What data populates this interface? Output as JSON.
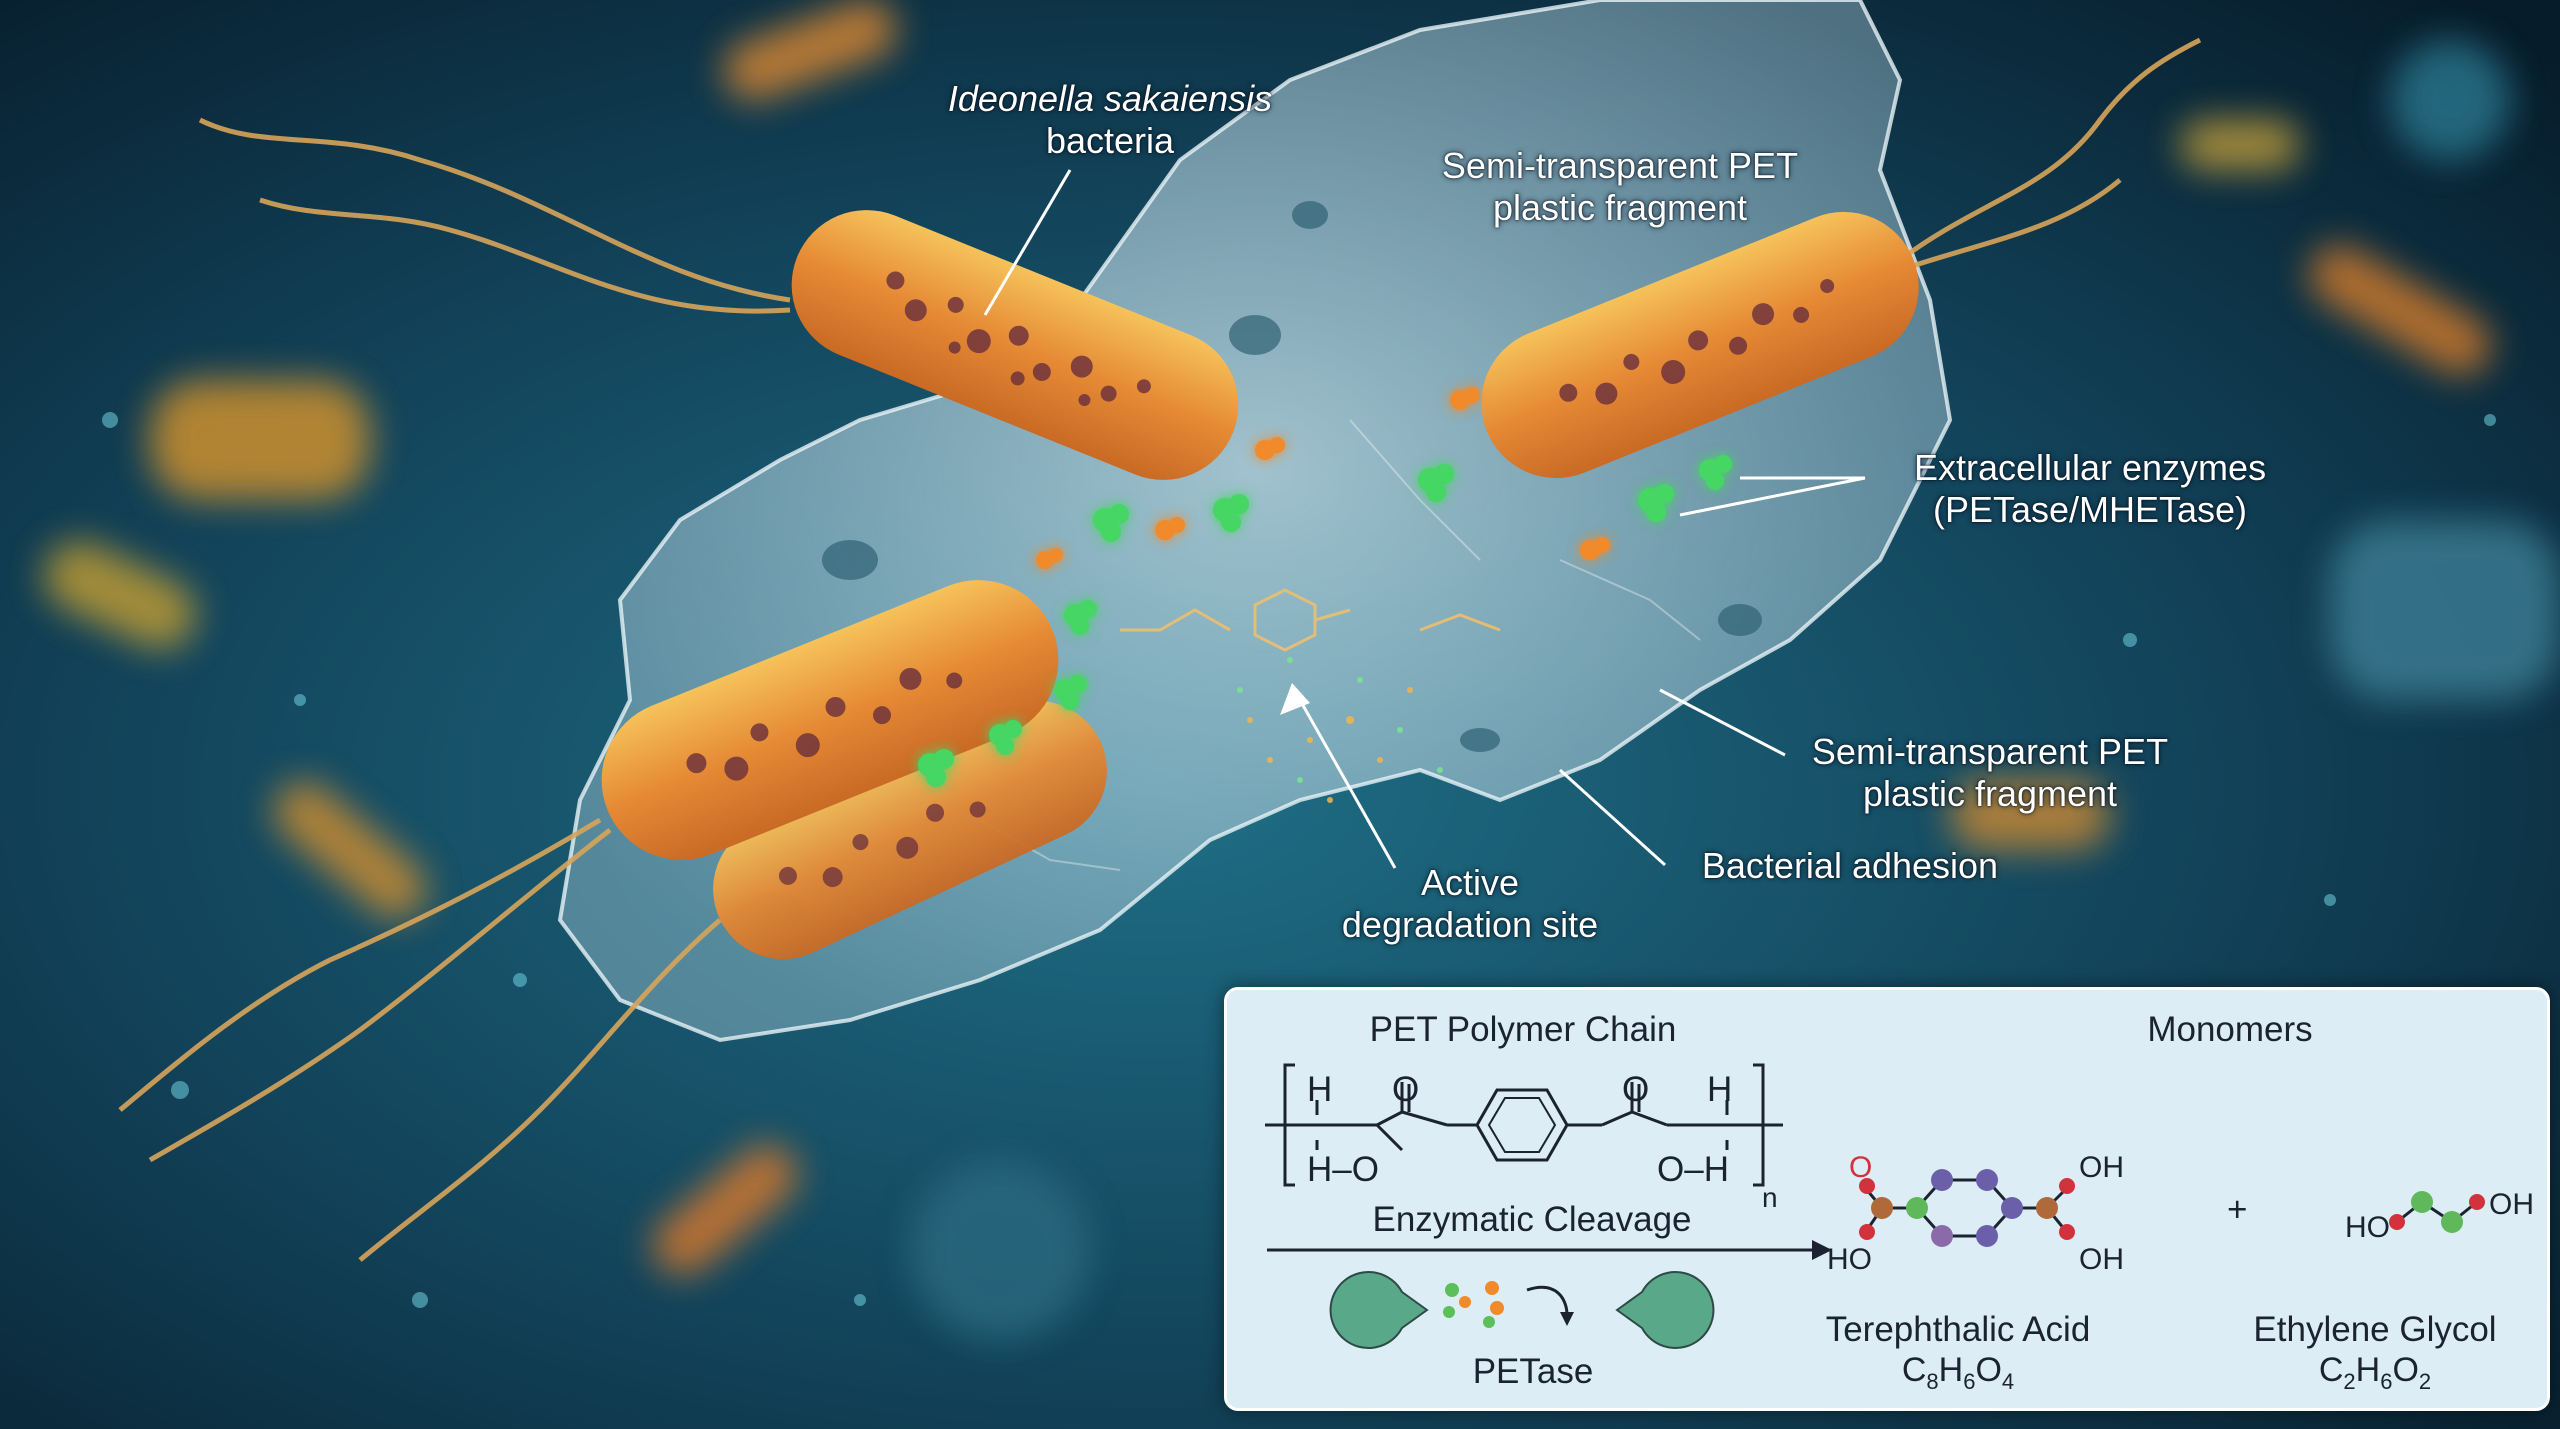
{
  "labels": {
    "bacteria_name": "Ideonella sakaiensis",
    "bacteria_word": "bacteria",
    "fragment_top_line1": "Semi-transparent PET",
    "fragment_top_line2": "plastic fragment",
    "enzymes_line1": "Extracellular enzymes",
    "enzymes_line2": "(PETase/MHETase)",
    "fragment_right_line1": "Semi-transparent PET",
    "fragment_right_line2": "plastic fragment",
    "adhesion": "Bacterial adhesion",
    "site_line1": "Active",
    "site_line2": "degradation site"
  },
  "panel": {
    "polymer_title": "PET Polymer Chain",
    "monomers_title": "Monomers",
    "cleavage_label": "Enzymatic Cleavage",
    "enzyme_name": "PETase",
    "plus": "+",
    "subscript_n": "n",
    "atoms": {
      "H": "H",
      "O": "O",
      "HO": "HO",
      "OH": "OH",
      "H_O": "H–O",
      "O_H": "O–H"
    },
    "products": [
      {
        "name": "Terephthalic Acid",
        "formula": "C8H6O4"
      },
      {
        "name": "Ethylene Glycol",
        "formula": "C2H6O2"
      }
    ]
  },
  "colors": {
    "background": "#0d3347",
    "bacteria_body": "#e5963a",
    "enzyme": "#44d664",
    "enzyme_orange": "#f08a2a",
    "panel": "#dcedf5",
    "carbon": "#5fb85a",
    "oxygen": "#d2323c",
    "ring_atom": "#6a5fa8",
    "carboxyl_carbon": "#b06a3a"
  }
}
